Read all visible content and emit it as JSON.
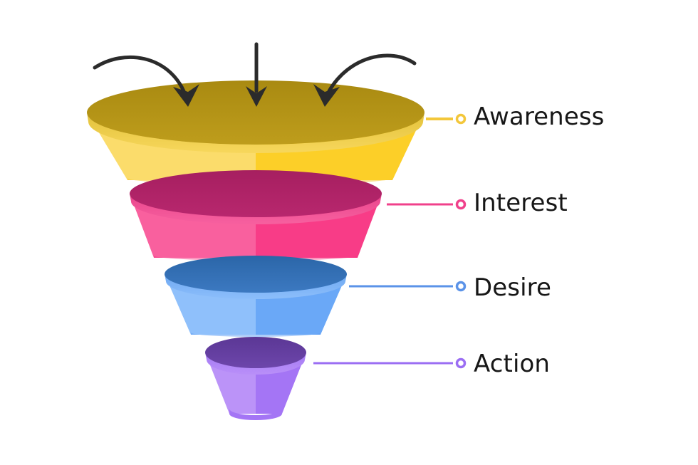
{
  "diagram": {
    "type": "funnel",
    "title": "",
    "background_color": "#ffffff",
    "stages": [
      {
        "id": "awareness",
        "label": "Awareness",
        "order": 1,
        "accent_color": "#F2C230",
        "top_surface_color": "#B09013",
        "body_left_color": "#FBDC6B",
        "body_right_color": "#FCCF28",
        "rim_color": "#E6C53F",
        "connector_color": "#F3C73B",
        "dot_color": "#F3C73B"
      },
      {
        "id": "interest",
        "label": "Interest",
        "order": 2,
        "accent_color": "#F4317F",
        "top_surface_color": "#AD2164",
        "body_left_color": "#F9609E",
        "body_right_color": "#F83C87",
        "rim_color": "#EE4B93",
        "connector_color": "#F0418B",
        "dot_color": "#F0418B"
      },
      {
        "id": "desire",
        "label": "Desire",
        "order": 3,
        "accent_color": "#5B93E8",
        "top_surface_color": "#2E6CAF",
        "body_left_color": "#8FC0FB",
        "body_right_color": "#6AA8F7",
        "rim_color": "#79B1F6",
        "connector_color": "#5B93E8",
        "dot_color": "#5B93E8"
      },
      {
        "id": "action",
        "label": "Action",
        "order": 4,
        "accent_color": "#9B6EF3",
        "top_surface_color": "#613C9E",
        "body_left_color": "#BB93F8",
        "body_right_color": "#A475F5",
        "rim_color": "#AC80F6",
        "connector_color": "#9B6EF3",
        "dot_color": "#9B6EF3"
      }
    ],
    "arrows": {
      "color": "#2B2B2B",
      "count": 3,
      "items": [
        {
          "id": "arrow-left-curved",
          "shape": "curved-down-right"
        },
        {
          "id": "arrow-center-straight",
          "shape": "straight-down"
        },
        {
          "id": "arrow-right-curved",
          "shape": "curved-down-left"
        }
      ]
    }
  }
}
